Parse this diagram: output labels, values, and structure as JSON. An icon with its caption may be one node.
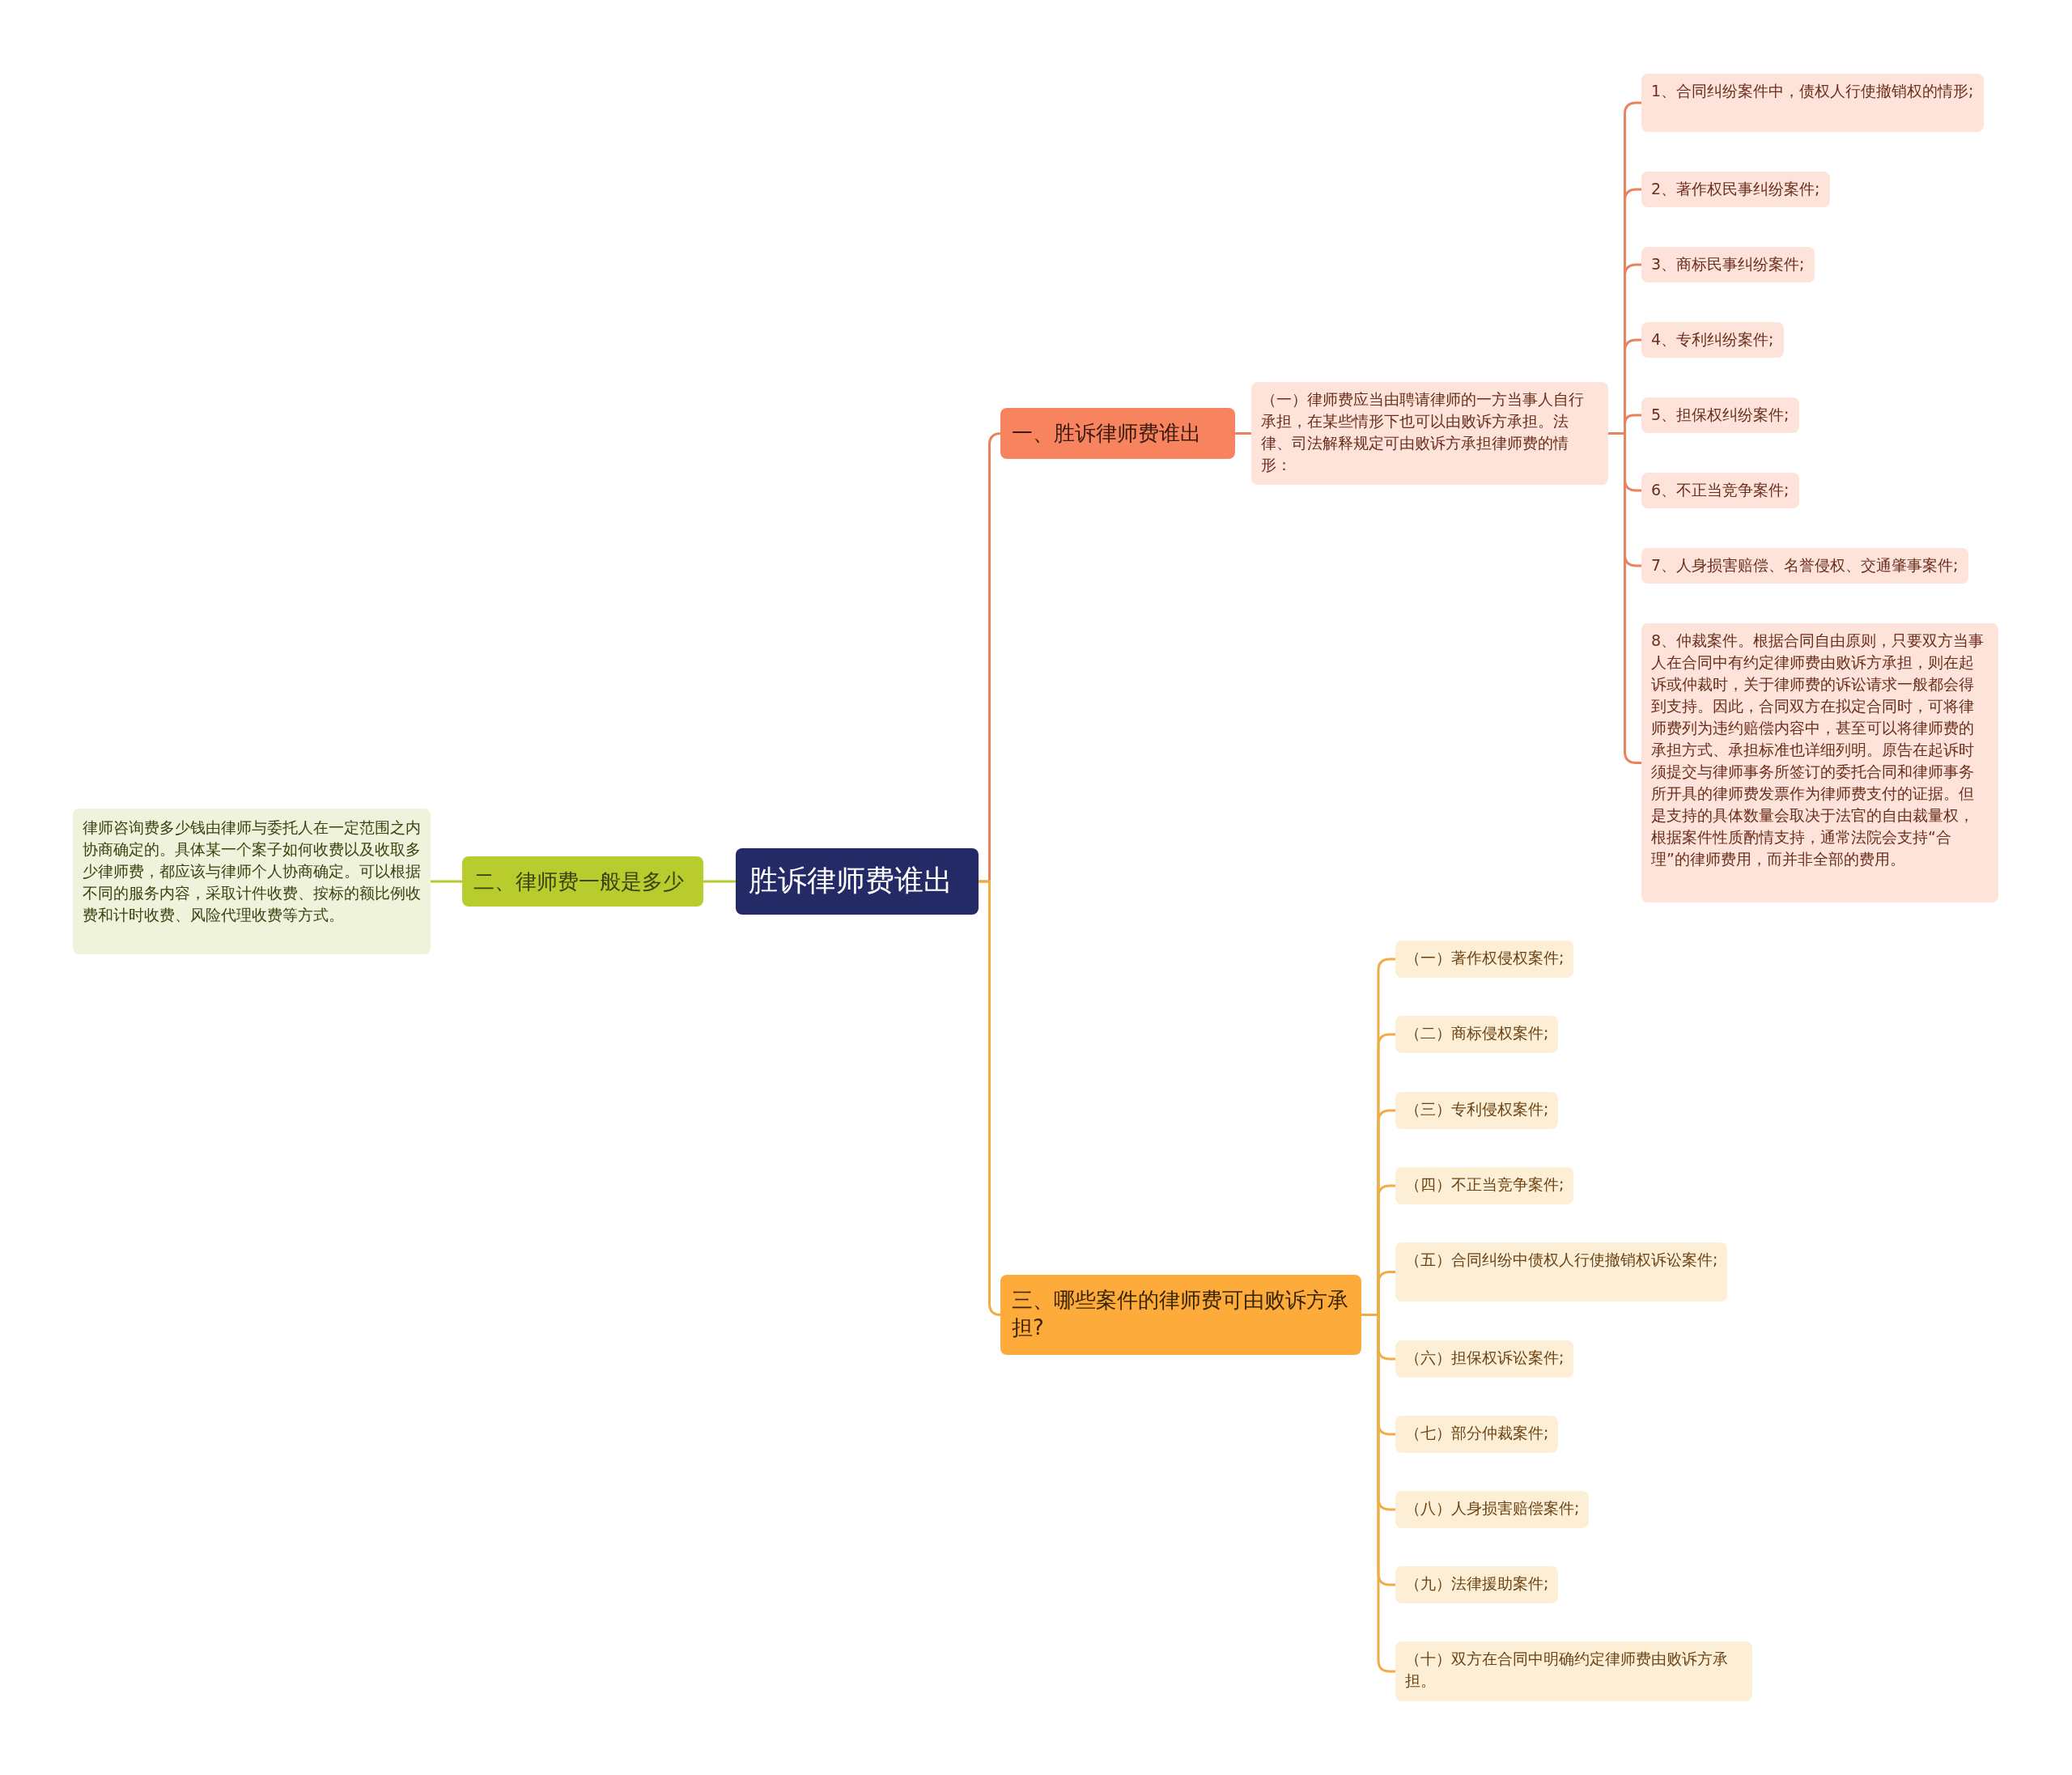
{
  "diagram": {
    "nodes": [
      {
        "text": [
          "胜诉律师费谁出"
        ]
      },
      {
        "text": [
          "一、胜诉律师费谁出"
        ]
      },
      {
        "text": [
          "（一）律师费应当由聘请律师的一方当事人自行承担，在某些情形下也可以由败诉方承担。法律、司法解释规定可由败诉方承担律师费的情形："
        ]
      },
      {
        "text": [
          "1、合同纠纷案件中，债权人行使撤销权的情形;"
        ]
      },
      {
        "text": [
          "2、著作权民事纠纷案件;"
        ]
      },
      {
        "text": [
          "3、商标民事纠纷案件;"
        ]
      },
      {
        "text": [
          "4、专利纠纷案件;"
        ]
      },
      {
        "text": [
          "5、担保权纠纷案件;"
        ]
      },
      {
        "text": [
          "6、不正当竞争案件;"
        ]
      },
      {
        "text": [
          "7、人身损害赔偿、名誉侵权、交通肇事案件;"
        ]
      },
      {
        "text": [
          "8、仲裁案件。根据合同自由原则，只要双方当事人在合同中有约定律师费由败诉方承担，则在起诉或仲裁时，关于律师费的诉讼请求一般都会得到支持。因此，合同双方在拟定合同时，可将律师费列为违约赔偿内容中，甚至可以将律师费的承担方式、承担标准也详细列明。原告在起诉时须提交与律师事务所签订的委托合同和律师事务所开具的律师费发票作为律师费支付的证据。但是支持的具体数量会取决于法官的自由裁量权，根据案件性质酌情支持，通常法院会支持“合理”的律师费用，而并非全部的费用。"
        ]
      },
      {
        "text": [
          "二、律师费一般是多少"
        ]
      },
      {
        "text": [
          "律师咨询费多少钱由律师与委托人在一定范围之内协商确定的。具体某一个案子如何收费以及收取多少律师费，都应该与律师个人协商确定。可以根据不同的服务内容，采取计件收费、按标的额比例收费和计时收费、风险代理收费等方式。"
        ]
      },
      {
        "text": [
          "三、哪些案件的律师费可由败诉方承担?"
        ]
      },
      {
        "text": [
          "（一）著作权侵权案件;"
        ]
      },
      {
        "text": [
          "（二）商标侵权案件;"
        ]
      },
      {
        "text": [
          "（三）专利侵权案件;"
        ]
      },
      {
        "text": [
          "（四）不正当竞争案件;"
        ]
      },
      {
        "text": [
          "（五）合同纠纷中债权人行使撤销权诉讼案件;"
        ]
      },
      {
        "text": [
          "（六）担保权诉讼案件;"
        ]
      },
      {
        "text": [
          "（七）部分仲裁案件;"
        ]
      },
      {
        "text": [
          "（八）人身损害赔偿案件;"
        ]
      },
      {
        "text": [
          "（九）法律援助案件;"
        ]
      },
      {
        "text": [
          "（十）双方在合同中明确约定律师费由败诉方承担。"
        ]
      }
    ],
    "edges": [
      {
        "from": 0,
        "to": 1,
        "arrow": "none",
        "color": "#e9825f"
      },
      {
        "from": 1,
        "to": 2,
        "arrow": "none",
        "color": "#e9825f"
      },
      {
        "from": 2,
        "to": 3,
        "arrow": "none",
        "color": "#e9825f"
      },
      {
        "from": 2,
        "to": 4,
        "arrow": "none",
        "color": "#e9825f"
      },
      {
        "from": 2,
        "to": 5,
        "arrow": "none",
        "color": "#e9825f"
      },
      {
        "from": 2,
        "to": 6,
        "arrow": "none",
        "color": "#e9825f"
      },
      {
        "from": 2,
        "to": 7,
        "arrow": "none",
        "color": "#e9825f"
      },
      {
        "from": 2,
        "to": 8,
        "arrow": "none",
        "color": "#e9825f"
      },
      {
        "from": 2,
        "to": 9,
        "arrow": "none",
        "color": "#e9825f"
      },
      {
        "from": 2,
        "to": 10,
        "arrow": "none",
        "color": "#e9825f"
      },
      {
        "from": 0,
        "to": 11,
        "arrow": "none",
        "color": "#b5c92d"
      },
      {
        "from": 11,
        "to": 12,
        "arrow": "none",
        "color": "#b5c92d"
      },
      {
        "from": 0,
        "to": 13,
        "arrow": "none"
      },
      {
        "from": 13,
        "to": 14,
        "arrow": "none"
      },
      {
        "from": 13,
        "to": 15,
        "arrow": "none"
      },
      {
        "from": 13,
        "to": 16,
        "arrow": "none"
      },
      {
        "from": 13,
        "to": 17,
        "arrow": "none"
      },
      {
        "from": 13,
        "to": 18,
        "arrow": "none"
      },
      {
        "from": 13,
        "to": 19,
        "arrow": "none"
      },
      {
        "from": 13,
        "to": 20,
        "arrow": "none"
      },
      {
        "from": 13,
        "to": 21,
        "arrow": "none"
      },
      {
        "from": 13,
        "to": 22,
        "arrow": "none"
      },
      {
        "from": 13,
        "to": 23,
        "arrow": "none"
      }
    ]
  }
}
